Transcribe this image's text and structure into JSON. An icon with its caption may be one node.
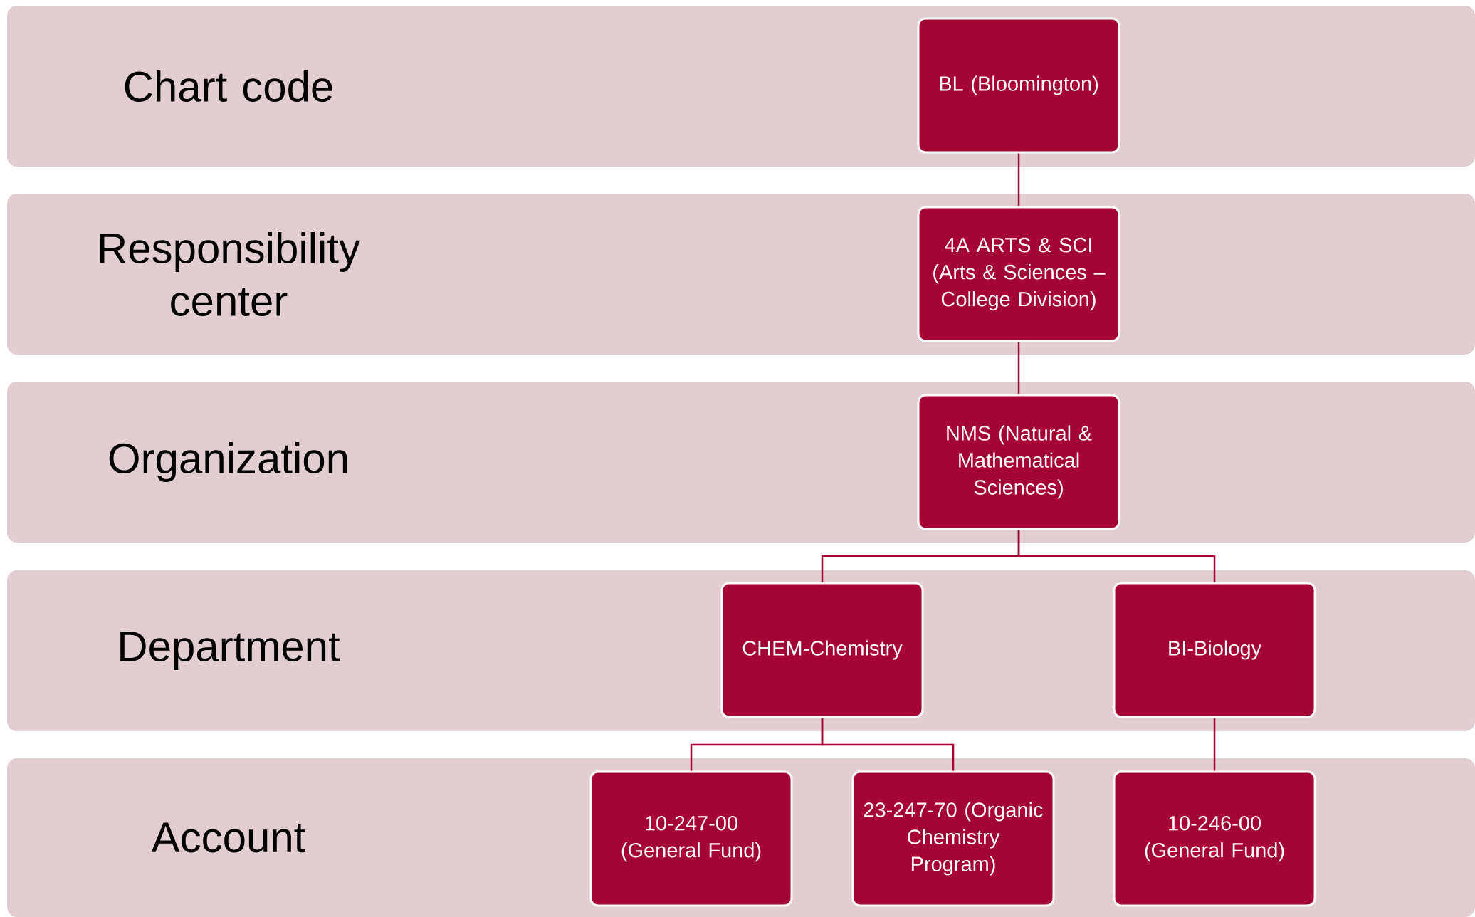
{
  "diagram": {
    "nodes": [
      {
        "text": [
          "Chart code"
        ]
      },
      {
        "text": [
          "BL (Bloomington)"
        ],
        "in": 0
      },
      {
        "text": [
          "Responsibility center"
        ]
      },
      {
        "text": [
          "4A ARTS & SCI (Arts & Sciences – College Division)"
        ],
        "in": 2
      },
      {
        "text": [
          "Organization"
        ]
      },
      {
        "text": [
          "NMS (Natural & Mathematical Sciences)"
        ],
        "in": 4
      },
      {
        "text": [
          "Department"
        ]
      },
      {
        "text": [
          "CHEM-Chemistry"
        ],
        "in": 6
      },
      {
        "text": [
          "BI-Biology"
        ],
        "in": 6
      },
      {
        "text": [
          "Account"
        ]
      },
      {
        "text": [
          "10-247-00 (General Fund)"
        ],
        "in": 9
      },
      {
        "text": [
          "23-247-70 (Organic Chemistry Program)"
        ],
        "in": 9
      },
      {
        "text": [
          "10-246-00 (General Fund)"
        ],
        "in": 9
      }
    ],
    "edges": [
      {
        "from": 1,
        "to": 3,
        "arrow": "none"
      },
      {
        "from": 3,
        "to": 5,
        "arrow": "none"
      },
      {
        "from": 5,
        "to": 7,
        "arrow": "none"
      },
      {
        "from": 5,
        "to": 8,
        "arrow": "none"
      },
      {
        "from": 7,
        "to": 10,
        "arrow": "none"
      },
      {
        "from": 7,
        "to": 11,
        "arrow": "none"
      },
      {
        "from": 8,
        "to": 12,
        "arrow": "none"
      }
    ]
  }
}
